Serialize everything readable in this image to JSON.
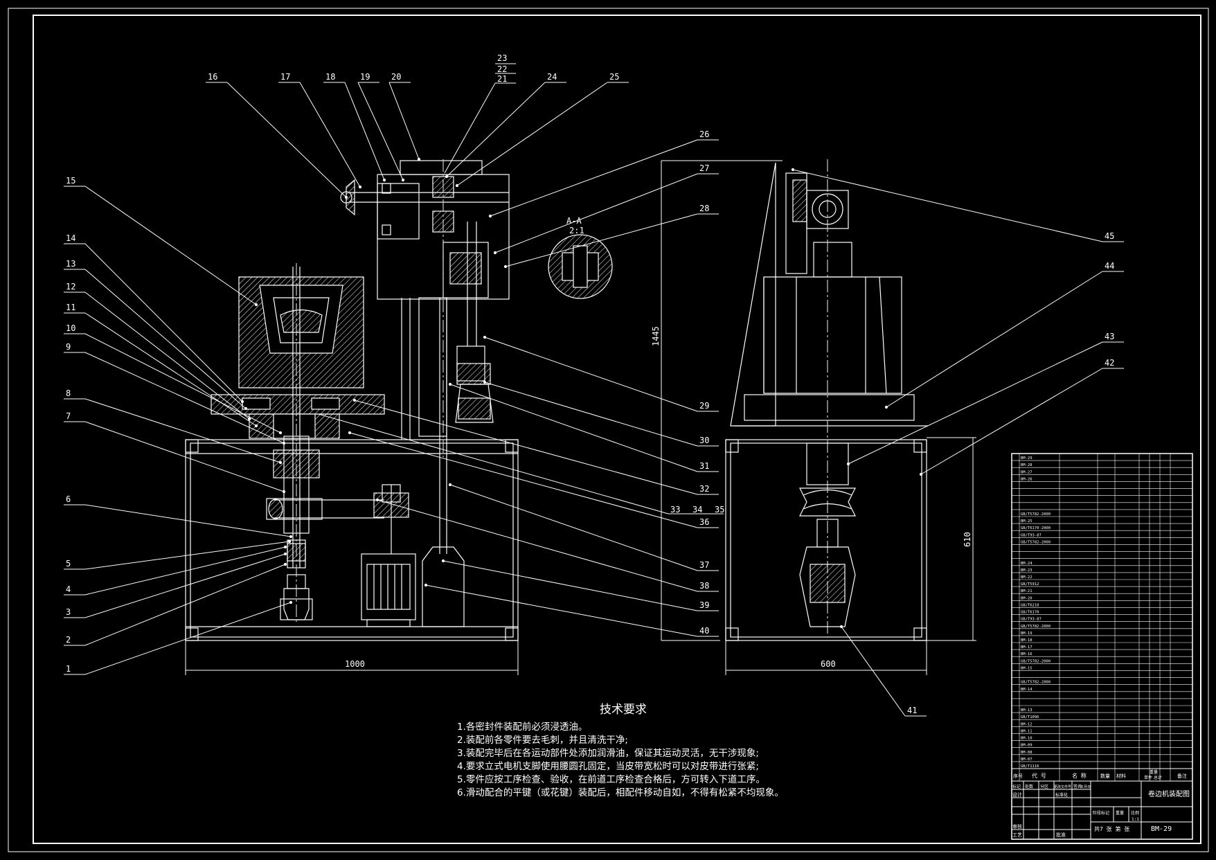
{
  "drawing": {
    "colors": {
      "line": "#ffffff",
      "background": "#000000",
      "hatch": "#ffffff",
      "center": "#cccccc"
    },
    "balloons": [
      "1",
      "2",
      "3",
      "4",
      "5",
      "6",
      "7",
      "8",
      "9",
      "10",
      "11",
      "12",
      "13",
      "14",
      "15",
      "16",
      "17",
      "18",
      "19",
      "20",
      "21",
      "22",
      "23",
      "24",
      "25",
      "26",
      "27",
      "28",
      "29",
      "30",
      "31",
      "32",
      "33",
      "34",
      "35",
      "36",
      "37",
      "38",
      "39",
      "40",
      "41",
      "42",
      "43",
      "44",
      "45"
    ],
    "dimensions": {
      "front_width": "1000",
      "side_width": "600",
      "overall_height": "1445",
      "frame_height": "610"
    },
    "section_label": "A-A",
    "section_scale": "2:1"
  },
  "tech_requirements": {
    "title": "技术要求",
    "items": [
      "1.各密封件装配前必须浸透油。",
      "2.装配前各零件要去毛刺，并且清洗干净;",
      "3.装配完毕后在各运动部件处添加润滑油，保证其运动灵活，无干涉现象;",
      "4.要求立式电机支脚使用腰圆孔固定，当皮带宽松时可以对皮带进行张紧;",
      "5.零件应按工序检查、验收，在前道工序检查合格后，方可转入下道工序。",
      "6.滑动配合的平键（或花键）装配后，相配件移动自如，不得有松紧不均现象。"
    ]
  },
  "title_block": {
    "drawing_name": "卷边机装配图",
    "drawing_number": "BM-29",
    "header_cols": [
      "序号",
      "代 号",
      "名 称",
      "数量",
      "材料",
      "单件",
      "总计",
      "备注"
    ],
    "header_weight": "重量",
    "sign_labels": [
      "标记",
      "处数",
      "分区",
      "更改文件号",
      "签名",
      "年月日"
    ],
    "role_labels": [
      "设计",
      "审核",
      "工艺"
    ],
    "std_label": "标准化",
    "approve_label": "批准",
    "stage_labels": [
      "阶段标记",
      "重量",
      "比例"
    ],
    "scale": "1:1",
    "sheet_info": "共7 张 第 张",
    "bom_codes": [
      "BM-29",
      "BM-28",
      "BM-27",
      "BM-26",
      "",
      "",
      "",
      "",
      "GB/T5782-2000",
      "BM-25",
      "GB/T6170-2000",
      "GB/T93-87",
      "GB/T5782-2000",
      "",
      "",
      "BM-24",
      "BM-23",
      "BM-22",
      "GB/T5912",
      "BM-21",
      "BM-20",
      "GB/T6210",
      "GB/T6170",
      "GB/T93-87",
      "GB/T5782-2000",
      "BM-19",
      "BM-18",
      "BM-17",
      "BM-16",
      "GB/T5782-2000",
      "BM-15",
      "",
      "GB/T5782-2000",
      "BM-14",
      "",
      "",
      "BM-13",
      "GB/T1096",
      "BM-12",
      "BM-11",
      "BM-10",
      "BM-09",
      "BM-08",
      "BM-07",
      "GB/T1116"
    ]
  }
}
